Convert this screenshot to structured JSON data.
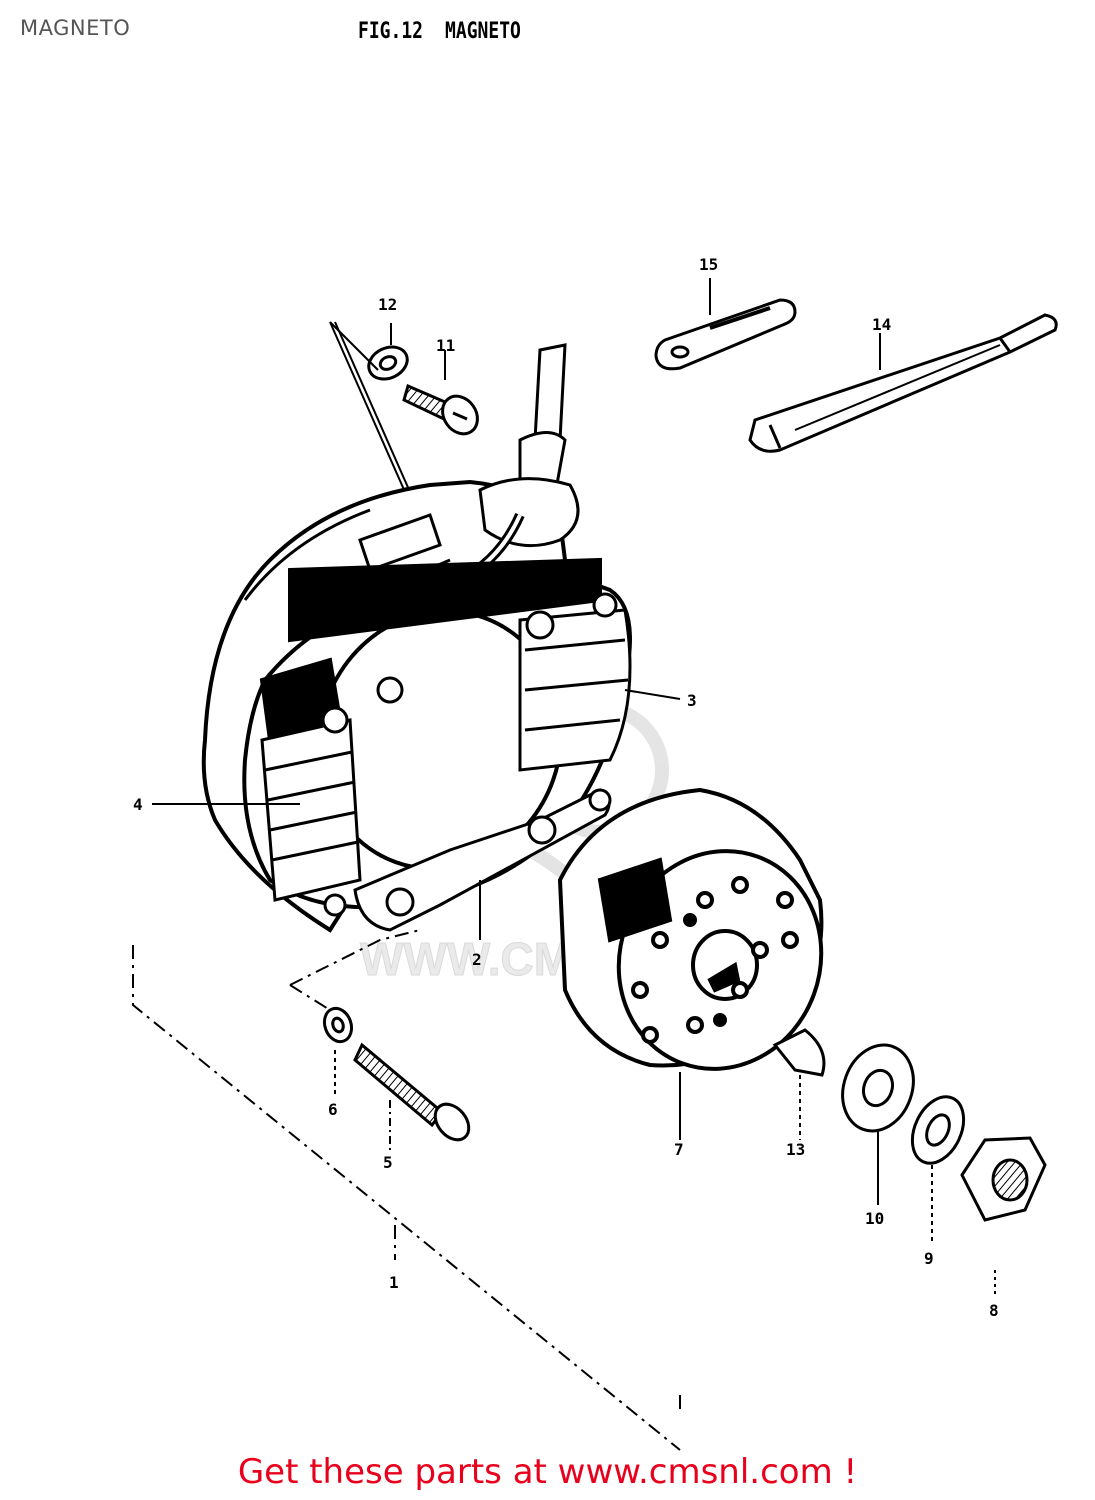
{
  "header": {
    "title": "MAGNETO",
    "fig_number": "FIG.12",
    "fig_title": "MAGNETO"
  },
  "watermark": {
    "text": "WWW.CMSNL.COM"
  },
  "callouts": [
    {
      "id": "1",
      "label": "1"
    },
    {
      "id": "2",
      "label": "2"
    },
    {
      "id": "3",
      "label": "3"
    },
    {
      "id": "4",
      "label": "4"
    },
    {
      "id": "5",
      "label": "5"
    },
    {
      "id": "6",
      "label": "6"
    },
    {
      "id": "7",
      "label": "7"
    },
    {
      "id": "8",
      "label": "8"
    },
    {
      "id": "9",
      "label": "9"
    },
    {
      "id": "10",
      "label": "10"
    },
    {
      "id": "11",
      "label": "11"
    },
    {
      "id": "12",
      "label": "12"
    },
    {
      "id": "13",
      "label": "13"
    },
    {
      "id": "14",
      "label": "14"
    },
    {
      "id": "15",
      "label": "15"
    }
  ],
  "footer": {
    "cta": "Get these parts at www.cmsnl.com !",
    "color": "#e8001c"
  }
}
